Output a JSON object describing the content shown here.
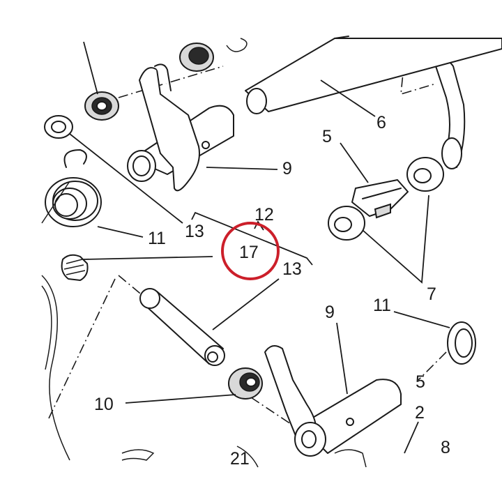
{
  "callouts": {
    "c2": "2",
    "c5a": "5",
    "c5b": "5",
    "c6": "6",
    "c7": "7",
    "c8": "8",
    "c9a": "9",
    "c9b": "9",
    "c10": "10",
    "c11a": "11",
    "c11b": "11",
    "c12": "12",
    "c13a": "13",
    "c13b": "13",
    "c17": "17",
    "c21": "21"
  },
  "highlight": {
    "color": "#cc1f2a",
    "target": "17"
  }
}
